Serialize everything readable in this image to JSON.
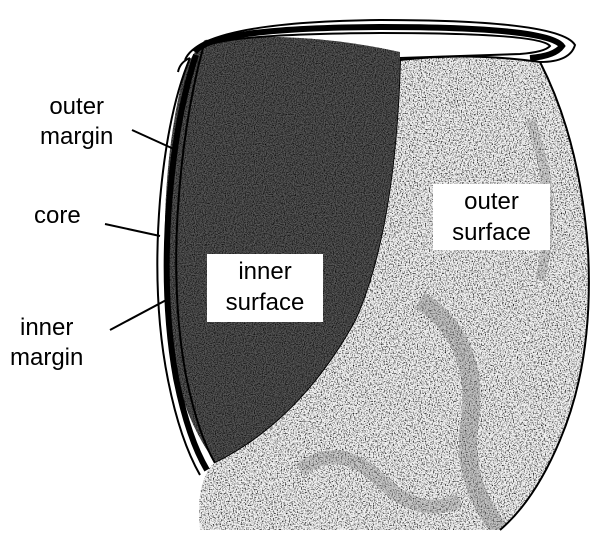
{
  "labels": {
    "outer_margin": [
      "outer",
      "margin"
    ],
    "core": "core",
    "inner_margin": [
      "inner",
      "margin"
    ],
    "inner_surface": [
      "inner",
      "surface"
    ],
    "outer_surface": [
      "outer",
      "surface"
    ]
  },
  "colors": {
    "inner_fill": "#4a4a4a",
    "outer_fill": "#ececec",
    "ink": "#000000"
  }
}
